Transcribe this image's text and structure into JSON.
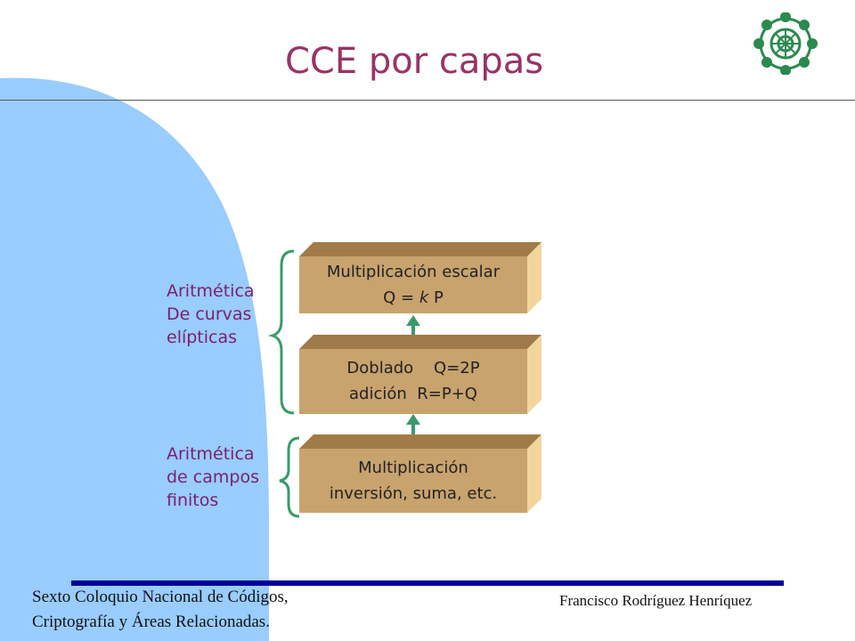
{
  "colors": {
    "title": "#993366",
    "side_shape": "#99ccff",
    "label_text": "#7a1f6e",
    "box_front": "#c8a36e",
    "box_top": "#a07a48",
    "box_side": "#f2d59b",
    "connector": "#3a9a6a",
    "footer_rule": "#000099",
    "logo": "#2b8a4e"
  },
  "slide": {
    "title": "CCE por capas"
  },
  "labels": {
    "elliptic": [
      "Aritmética",
      "De curvas",
      "elípticas"
    ],
    "finite": [
      "Aritmética",
      "de campos",
      "finitos"
    ]
  },
  "layers": [
    {
      "line1": "Multiplicación escalar",
      "line2_prefix": "Q = ",
      "line2_italic": "k",
      "line2_suffix": " P"
    },
    {
      "line1": "Doblado    Q=2P",
      "line2_prefix": "adición  R=P+Q",
      "line2_italic": "",
      "line2_suffix": ""
    },
    {
      "line1": "Multiplicación",
      "line2_prefix": "inversión, suma, etc.",
      "line2_italic": "",
      "line2_suffix": ""
    }
  ],
  "footer": {
    "left_line1": "Sexto Coloquio Nacional de Códigos,",
    "left_line2": "Criptografía y Áreas Relacionadas.",
    "right": "Francisco Rodríguez Henríquez"
  },
  "icons": {
    "logo": "institution-seal-icon"
  }
}
